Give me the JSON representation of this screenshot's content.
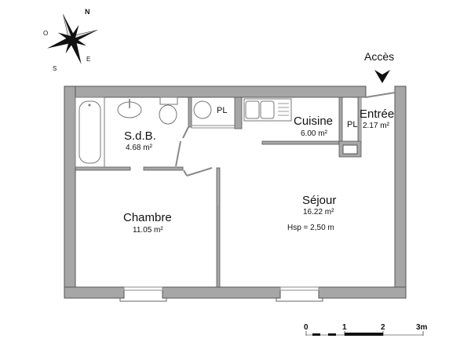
{
  "compass": {
    "icon": "compass-rose-icon",
    "labels": {
      "north": "N",
      "west": "O",
      "east": "E",
      "south": "S"
    }
  },
  "access": {
    "label": "Accès",
    "icon": "arrow-down-icon"
  },
  "rooms": [
    {
      "id": "sdb",
      "name": "S.d.B.",
      "area": "4.68 m²"
    },
    {
      "id": "cuisine",
      "name": "Cuisine",
      "area": "6.00 m²"
    },
    {
      "id": "entree",
      "name": "Entrée",
      "area": "2.17 m²"
    },
    {
      "id": "chambre",
      "name": "Chambre",
      "area": "11.05 m²"
    },
    {
      "id": "sejour",
      "name": "Séjour",
      "area": "16.22 m²",
      "extra": "Hsp =  2,50 m"
    }
  ],
  "closets": [
    {
      "id": "pl-sdb",
      "label": "PL"
    },
    {
      "id": "pl-entree",
      "label": "PL"
    }
  ],
  "scale_bar": {
    "ticks": [
      "0",
      "1",
      "2",
      "3m"
    ],
    "unit": "m"
  },
  "colors": {
    "wall_fill": "#a6a6a6",
    "wall_stroke": "#555555",
    "background": "#ffffff",
    "text": "#111111"
  }
}
